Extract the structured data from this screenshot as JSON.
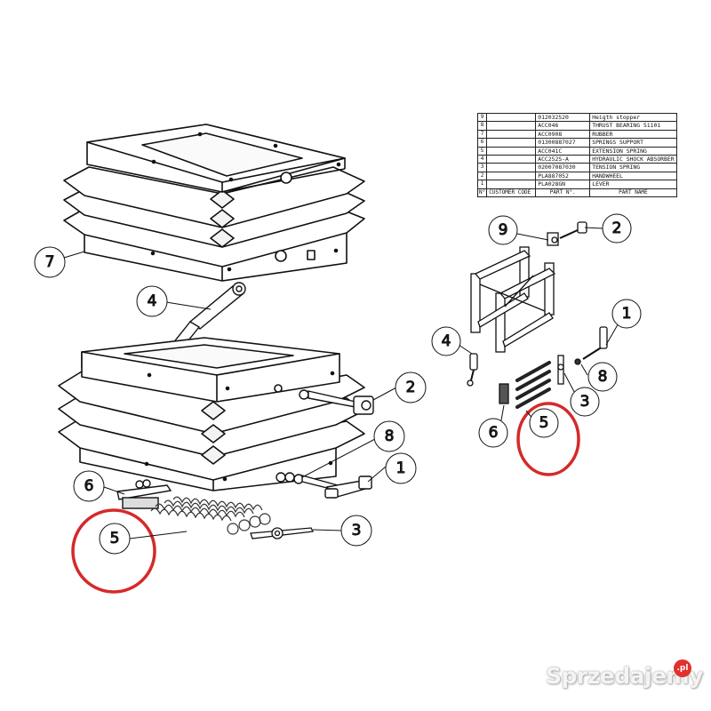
{
  "parts_table": {
    "columns": {
      "number": "N°",
      "customer_code": "CUSTOMER CODE",
      "part_no": "PART N°.",
      "part_name": "PART NAME"
    },
    "rows": [
      {
        "n": "9",
        "customer_code": "",
        "part_no": "012032520",
        "part_name": "Heigth stopper"
      },
      {
        "n": "8",
        "customer_code": "",
        "part_no": "ACC046",
        "part_name": "THRUST BEARING 51101"
      },
      {
        "n": "7",
        "customer_code": "",
        "part_no": "ACC0908",
        "part_name": "RUBBER"
      },
      {
        "n": "6",
        "customer_code": "",
        "part_no": "01300887027",
        "part_name": "SPRINGS SUPPORT"
      },
      {
        "n": "5",
        "customer_code": "",
        "part_no": "ACC041C",
        "part_name": "EXTENSION SPRING"
      },
      {
        "n": "4",
        "customer_code": "",
        "part_no": "ACC252S-A",
        "part_name": "HYDRAULIC SHOCK ABSORBER"
      },
      {
        "n": "3",
        "customer_code": "",
        "part_no": "02007087030",
        "part_name": "TENSION SPRING"
      },
      {
        "n": "2",
        "customer_code": "",
        "part_no": "PLA887052",
        "part_name": "HANDWHEEL"
      },
      {
        "n": "1",
        "customer_code": "",
        "part_no": "PLA028GN",
        "part_name": "LEVER"
      }
    ]
  },
  "callouts": {
    "main_assembly": [
      {
        "label": "7",
        "part": "RUBBER"
      },
      {
        "label": "4",
        "part": "HYDRAULIC SHOCK ABSORBER"
      },
      {
        "label": "2",
        "part": "HANDWHEEL"
      },
      {
        "label": "8",
        "part": "THRUST BEARING 51101"
      },
      {
        "label": "1",
        "part": "LEVER"
      },
      {
        "label": "6",
        "part": "SPRINGS SUPPORT"
      },
      {
        "label": "5",
        "part": "EXTENSION SPRING",
        "highlighted": true
      },
      {
        "label": "3",
        "part": "TENSION SPRING"
      }
    ],
    "exploded_view": [
      {
        "label": "9",
        "part": "Heigth stopper"
      },
      {
        "label": "2",
        "part": "HANDWHEEL"
      },
      {
        "label": "1",
        "part": "LEVER"
      },
      {
        "label": "4",
        "part": "HYDRAULIC SHOCK ABSORBER"
      },
      {
        "label": "8",
        "part": "THRUST BEARING 51101"
      },
      {
        "label": "3",
        "part": "TENSION SPRING"
      },
      {
        "label": "6",
        "part": "SPRINGS SUPPORT"
      },
      {
        "label": "5",
        "part": "EXTENSION SPRING",
        "highlighted": true
      }
    ]
  },
  "highlight_color": "#d42a2a",
  "watermark": {
    "text": "Sprzedajemy",
    "badge": ".pl",
    "badge_color": "#e0312f"
  }
}
